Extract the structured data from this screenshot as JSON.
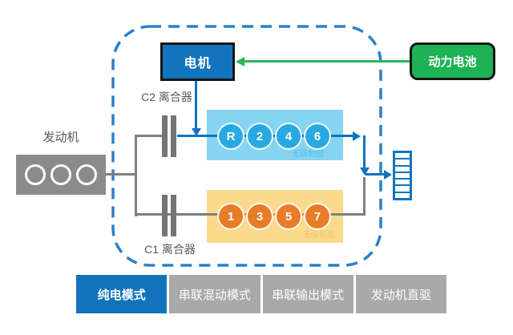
{
  "diagram": {
    "engine_label": "发动机",
    "motor_label": "电机",
    "battery_label": "动力电池",
    "clutch_c2_label": "C2 离合器",
    "clutch_c1_label": "C1 离合器",
    "even_gear_row": {
      "gears": [
        "R",
        "2",
        "4",
        "6"
      ],
      "watermark": "无级制图"
    },
    "odd_gear_row": {
      "gears": [
        "1",
        "3",
        "5",
        "7"
      ],
      "watermark": "无级制图"
    }
  },
  "modes": [
    {
      "label": "纯电模式",
      "active": true
    },
    {
      "label": "串联混动模式",
      "active": false
    },
    {
      "label": "串联输出模式",
      "active": false
    },
    {
      "label": "发动机直驱",
      "active": false
    }
  ],
  "colors": {
    "accent_blue": "#1273bd",
    "band_light_blue": "#85d4f2",
    "gear_blue": "#29a9e1",
    "band_light_orange": "#fbda8c",
    "gear_orange": "#e87c27",
    "battery_green": "#1db255",
    "power_line_green": "#2eb45c",
    "mech_line_gray": "#7f7f7f",
    "engine_gray": "#8b8b8b",
    "inactive_tab_gray": "#a9a9a9",
    "boundary_dashed_blue": "#2b80c9"
  }
}
